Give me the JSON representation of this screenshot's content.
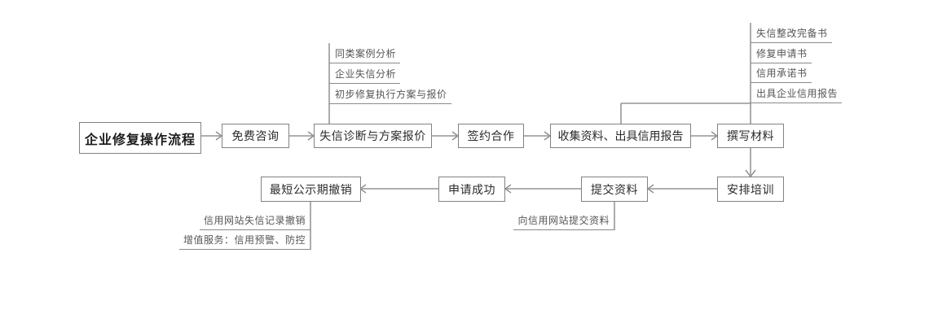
{
  "page": {
    "background": "#ffffff"
  },
  "colors": {
    "line": "#7f7f7f",
    "box_border": "#828282",
    "box_text": "#2b2b2b",
    "title_text": "#1d1d1d",
    "annotation_text": "#565656"
  },
  "flow": {
    "start": "企业修复操作流程",
    "row1": [
      "免费咨询",
      "失信诊断与方案报价",
      "签约合作",
      "收集资料、出具信用报告",
      "撰写材料"
    ],
    "row2": [
      "安排培训",
      "提交资料",
      "申请成功",
      "最短公示期撤销"
    ]
  },
  "annotations": {
    "diagnosis": [
      "同类案例分析",
      "企业失信分析",
      "初步修复执行方案与报价"
    ],
    "materials": [
      "失信整改完备书",
      "修复申请书",
      "信用承诺书",
      "出具企业信用报告"
    ],
    "submit": "向信用网站提交资料",
    "revoke": [
      "信用网站失信记录撤销",
      "增值服务：信用预警、防控"
    ]
  }
}
